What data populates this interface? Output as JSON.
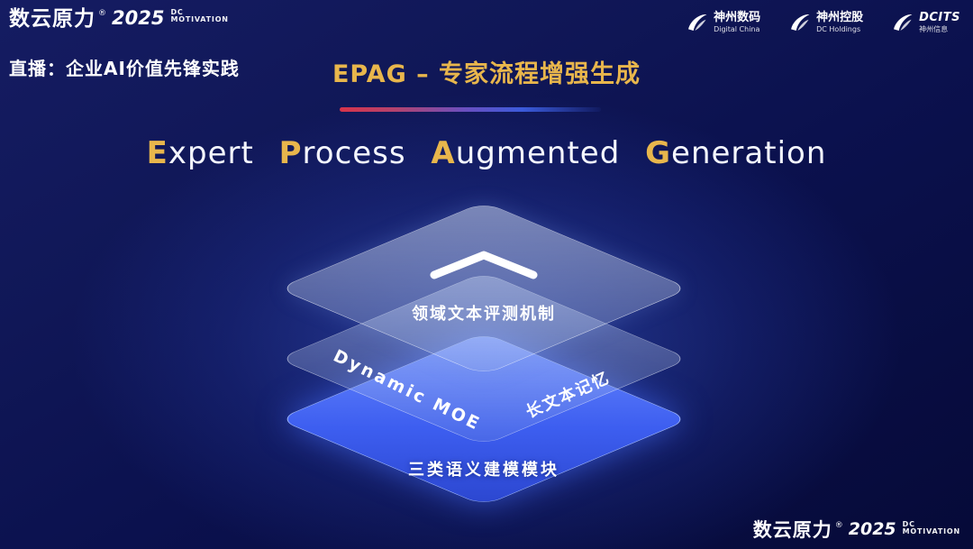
{
  "header": {
    "brand": {
      "name": "数云原力",
      "reg": "®",
      "year": "2025",
      "dc": "DC",
      "motivation": "MOTIVATION"
    },
    "live_label": "直播：企业AI价值先锋实践",
    "slide_title": "EPAG – 专家流程增强生成",
    "partner_logos": [
      {
        "title": "神州数码",
        "subtitle": "Digital China"
      },
      {
        "title": "神州控股",
        "subtitle": "DC Holdings"
      },
      {
        "title": "DCITS",
        "subtitle": "神州信息"
      }
    ]
  },
  "title": {
    "words": [
      {
        "initial": "E",
        "rest": "xpert"
      },
      {
        "initial": "P",
        "rest": "rocess"
      },
      {
        "initial": "A",
        "rest": "ugmented"
      },
      {
        "initial": "G",
        "rest": "eneration"
      }
    ]
  },
  "diagram": {
    "top_layer_label": "领域文本评测机制",
    "middle_layer_left_label": "Dynamic MOE",
    "middle_layer_right_label": "长文本记忆",
    "bottom_layer_label": "三类语义建模模块"
  },
  "footer": {
    "brand": {
      "name": "数云原力",
      "reg": "®",
      "year": "2025",
      "dc": "DC",
      "motivation": "MOTIVATION"
    }
  },
  "colors": {
    "gold": "#E8B64C",
    "background_dark": "#060A38",
    "layer_blue": "#3D5EF0",
    "divider_red": "#D8344A",
    "divider_blue": "#3B5BDB"
  }
}
